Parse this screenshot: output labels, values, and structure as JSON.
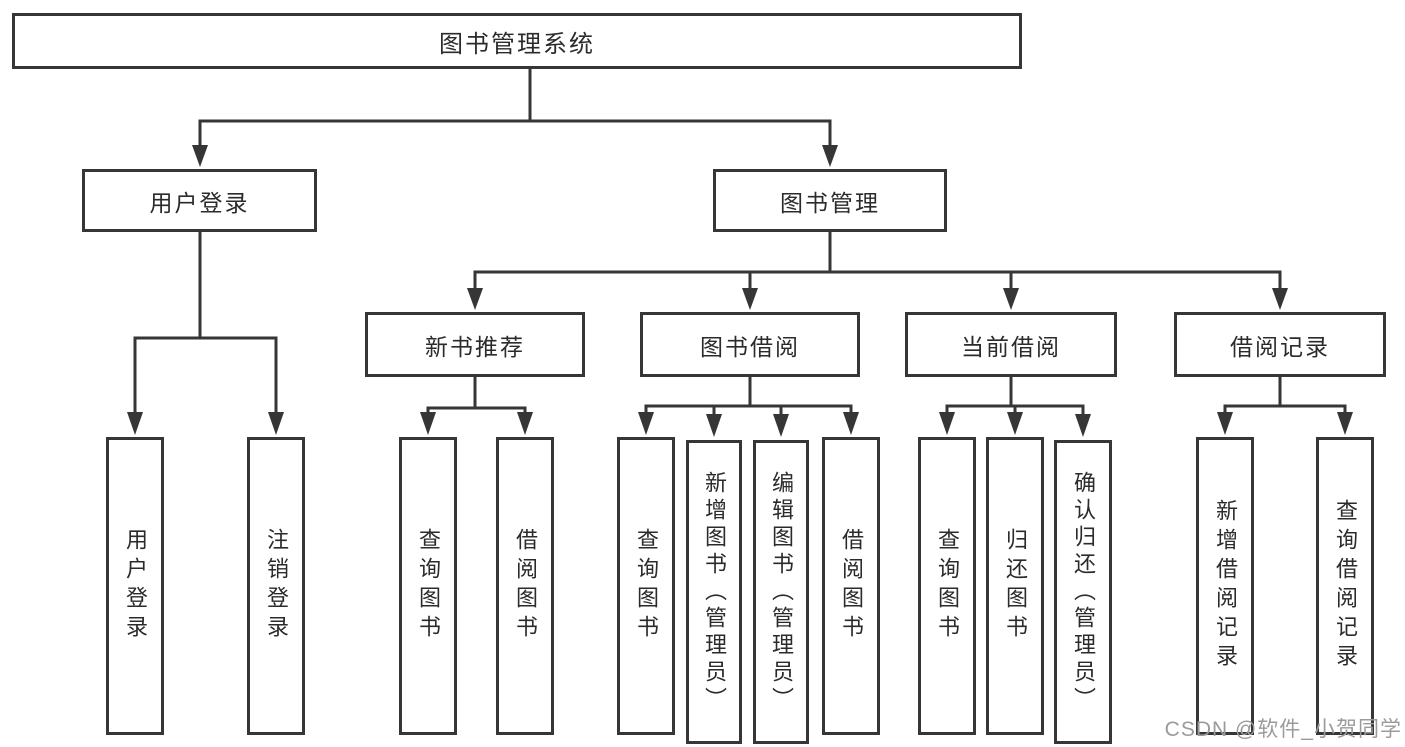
{
  "diagram": {
    "title": "图书管理系统",
    "colors": {
      "line": "#363636",
      "box_border": "#363636",
      "text": "#2b2b2b",
      "background": "#ffffff",
      "watermark": "#9b9b9b"
    },
    "level2": [
      {
        "id": "user-login",
        "label": "用户登录",
        "parent": "图书管理系统"
      },
      {
        "id": "book-management",
        "label": "图书管理",
        "parent": "图书管理系统"
      }
    ],
    "level3": [
      {
        "id": "new-book-recommend",
        "label": "新书推荐",
        "parent": "图书管理"
      },
      {
        "id": "book-borrow",
        "label": "图书借阅",
        "parent": "图书管理"
      },
      {
        "id": "current-borrow",
        "label": "当前借阅",
        "parent": "图书管理"
      },
      {
        "id": "borrow-record",
        "label": "借阅记录",
        "parent": "图书管理"
      }
    ],
    "leaves": [
      {
        "id": "leaf-user-login",
        "label": "用户登录",
        "parent": "用户登录"
      },
      {
        "id": "leaf-logout",
        "label": "注销登录",
        "parent": "用户登录"
      },
      {
        "id": "leaf-query-book-1",
        "label": "查询图书",
        "parent": "新书推荐"
      },
      {
        "id": "leaf-borrow-book-1",
        "label": "借阅图书",
        "parent": "新书推荐"
      },
      {
        "id": "leaf-query-book-2",
        "label": "查询图书",
        "parent": "图书借阅"
      },
      {
        "id": "leaf-add-book-admin",
        "label": "新增图书（管理员）",
        "parent": "图书借阅"
      },
      {
        "id": "leaf-edit-book-admin",
        "label": "编辑图书（管理员）",
        "parent": "图书借阅"
      },
      {
        "id": "leaf-borrow-book-2",
        "label": "借阅图书",
        "parent": "图书借阅"
      },
      {
        "id": "leaf-query-book-3",
        "label": "查询图书",
        "parent": "当前借阅"
      },
      {
        "id": "leaf-return-book",
        "label": "归还图书",
        "parent": "当前借阅"
      },
      {
        "id": "leaf-confirm-return-admin",
        "label": "确认归还（管理员）",
        "parent": "当前借阅"
      },
      {
        "id": "leaf-add-borrow-record",
        "label": "新增借阅记录",
        "parent": "借阅记录"
      },
      {
        "id": "leaf-query-borrow-record",
        "label": "查询借阅记录",
        "parent": "借阅记录"
      }
    ],
    "watermark": "CSDN @软件_小贺同学"
  }
}
